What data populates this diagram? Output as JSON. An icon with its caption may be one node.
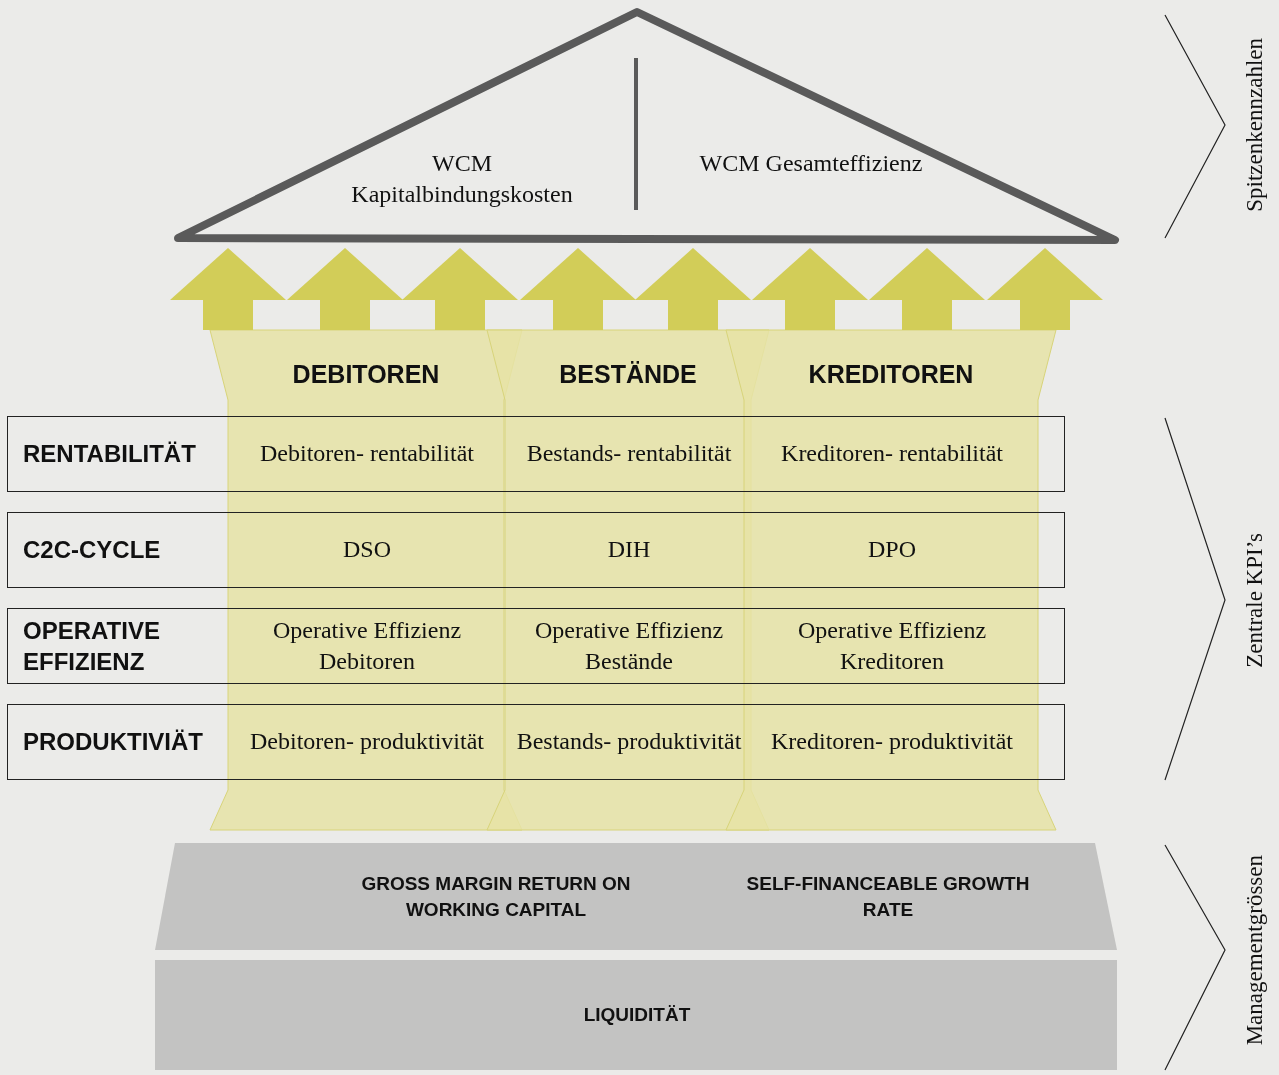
{
  "diagram": {
    "nodes": [
      {
        "text": [
          "WCM Kapitalbindungskosten",
          "WCM Gesamteffizienz"
        ]
      },
      {
        "text": [
          "DEBITOREN"
        ]
      },
      {
        "text": [
          "BESTÄNDE"
        ]
      },
      {
        "text": [
          "KREDITOREN"
        ]
      },
      {
        "text": [
          "RENTABILITÄT",
          "Debitoren- rentabilität",
          "Bestands- rentabilität",
          "Kreditoren- rentabilität"
        ]
      },
      {
        "text": [
          "C2C-CYCLE",
          "DSO",
          "DIH",
          "DPO"
        ]
      },
      {
        "text": [
          "OPERATIVE EFFIZIENZ",
          "Operative Effizienz Debitoren",
          "Operative Effizienz Bestände",
          "Operative Effizienz Kreditoren"
        ]
      },
      {
        "text": [
          "PRODUKTIVIÄT",
          "Debitoren- produktivität",
          "Bestands- produktivität",
          "Kreditoren- produktivität"
        ]
      },
      {
        "text": [
          "GROSS MARGIN RETURN ON WORKING CAPITAL",
          "SELF-FINANCEABLE GROWTH RATE"
        ]
      },
      {
        "text": [
          "LIQUIDITÄT"
        ]
      }
    ],
    "edges": [
      {
        "from": 1,
        "to": 0,
        "arrow": "to"
      },
      {
        "from": 1,
        "to": 0,
        "arrow": "to"
      },
      {
        "from": 1,
        "to": 0,
        "arrow": "to"
      },
      {
        "from": 2,
        "to": 0,
        "arrow": "to"
      },
      {
        "from": 2,
        "to": 0,
        "arrow": "to"
      },
      {
        "from": 3,
        "to": 0,
        "arrow": "to"
      },
      {
        "from": 3,
        "to": 0,
        "arrow": "to"
      },
      {
        "from": 3,
        "to": 0,
        "arrow": "to"
      }
    ],
    "labels": [
      "Spitzenkennzahlen",
      "Zentrale KPI’s",
      "Managementgrössen"
    ]
  }
}
